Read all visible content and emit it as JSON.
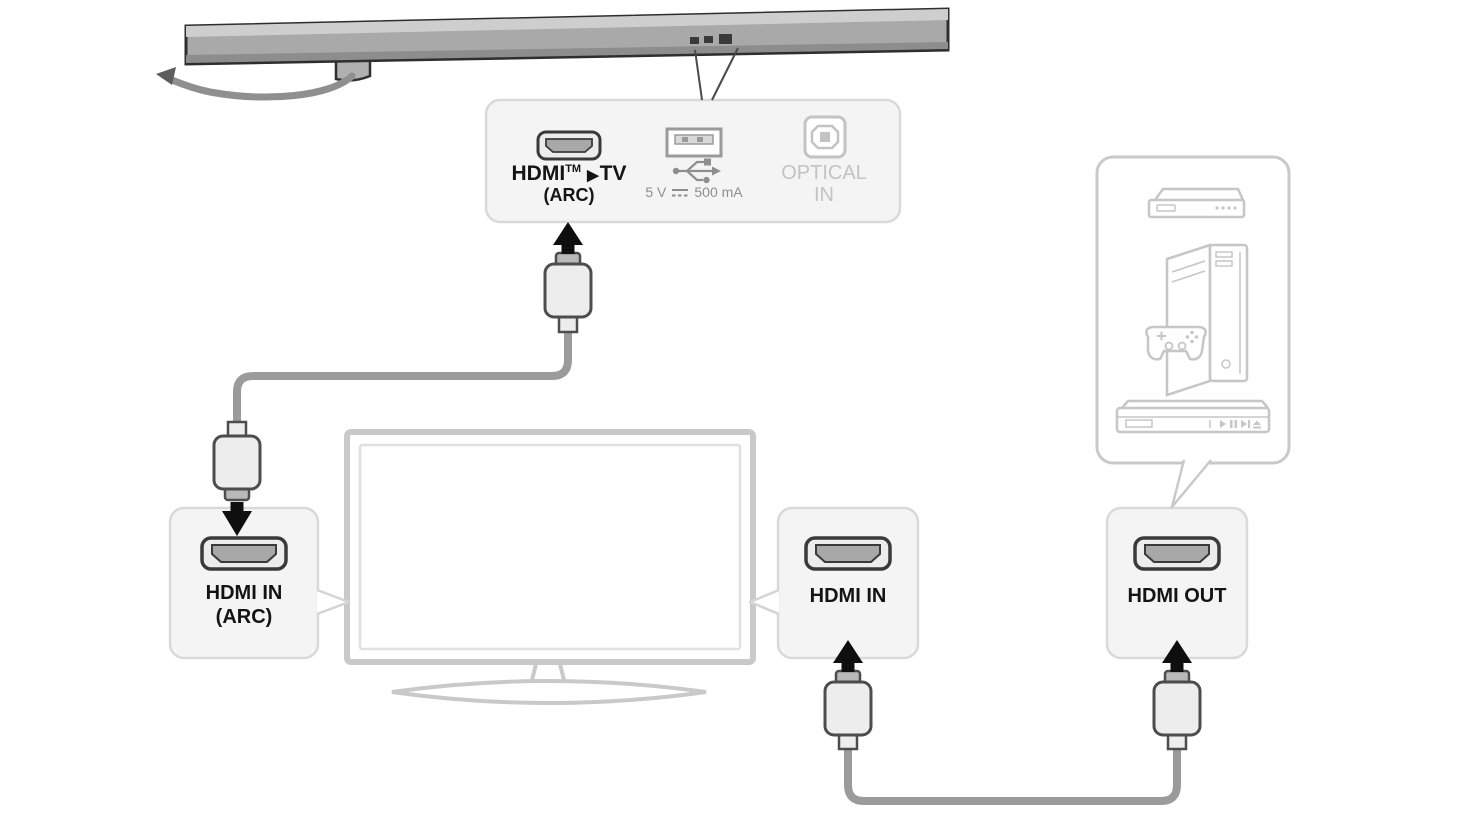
{
  "colors": {
    "label_dark": "#141414",
    "label_muted": "#8e8e8e",
    "label_disabled": "#c3c3c3",
    "panel_fill": "#f4f4f4",
    "panel_border": "#d9d9d9",
    "cable": "#9b9b9b",
    "device_outline": "#c6c6c6",
    "connector_outline": "#4d4d4d",
    "arrow": "#0f0f0f"
  },
  "soundbar_panel": {
    "hdmi_label": "HDMI",
    "hdmi_tm": "TM",
    "hdmi_pointer": "▶",
    "hdmi_target": "TV",
    "hdmi_sub": "(ARC)",
    "usb_voltage": "5 V",
    "usb_current": "500 mA",
    "optical_line1": "OPTICAL",
    "optical_line2": "IN"
  },
  "tv_port_box": {
    "line1": "HDMI IN",
    "line2": "(ARC)"
  },
  "source_input_box": {
    "label": "HDMI IN"
  },
  "source_output_box": {
    "label": "HDMI OUT"
  },
  "icons": {
    "hdmi_port": "hdmi-port-icon",
    "usb_port": "usb-port-icon",
    "usb_symbol": "usb-trident-icon",
    "dc_symbol": "dc-power-icon",
    "optical_port": "optical-port-icon",
    "soundbar": "soundbar-illustration",
    "tv": "tv-illustration",
    "set_top_box": "set-top-box-icon",
    "game_console": "game-console-icon",
    "game_controller": "game-controller-icon",
    "disc_player": "disc-player-icon",
    "hdmi_plug": "hdmi-cable-plug",
    "arrow": "direction-arrow"
  }
}
